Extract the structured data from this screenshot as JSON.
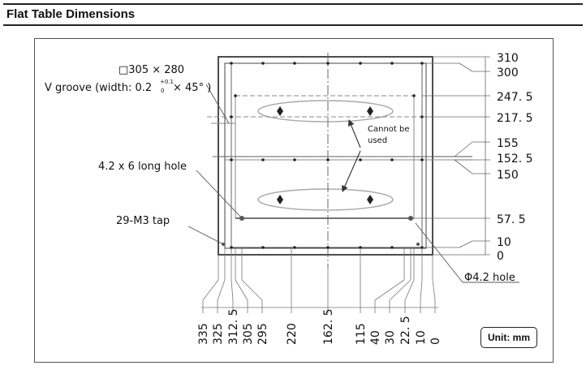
{
  "page": {
    "title": "Flat Table Dimensions"
  },
  "labels": {
    "size": "□305 × 280",
    "v_groove": "V groove (width: 0.2",
    "v_groove_tol_upper": "+0.1",
    "v_groove_tol_lower": "0",
    "v_groove_end": "× 45° )",
    "long_hole": "4.2 x 6 long hole",
    "tap": "29-M3 tap",
    "hole": "Φ4.2 hole",
    "cannot_be_used_1": "Cannot be",
    "cannot_be_used_2": "used",
    "unit": "Unit: mm"
  },
  "right_dims": [
    "310",
    "300",
    "247. 5",
    "217. 5",
    "155",
    "152. 5",
    "150",
    "57. 5",
    "10",
    "0"
  ],
  "bottom_dims": [
    "335",
    "325",
    "312. 5",
    "305",
    "295",
    "220",
    "162. 5",
    "115",
    "40",
    "30",
    "22. 5",
    "10",
    "0"
  ]
}
